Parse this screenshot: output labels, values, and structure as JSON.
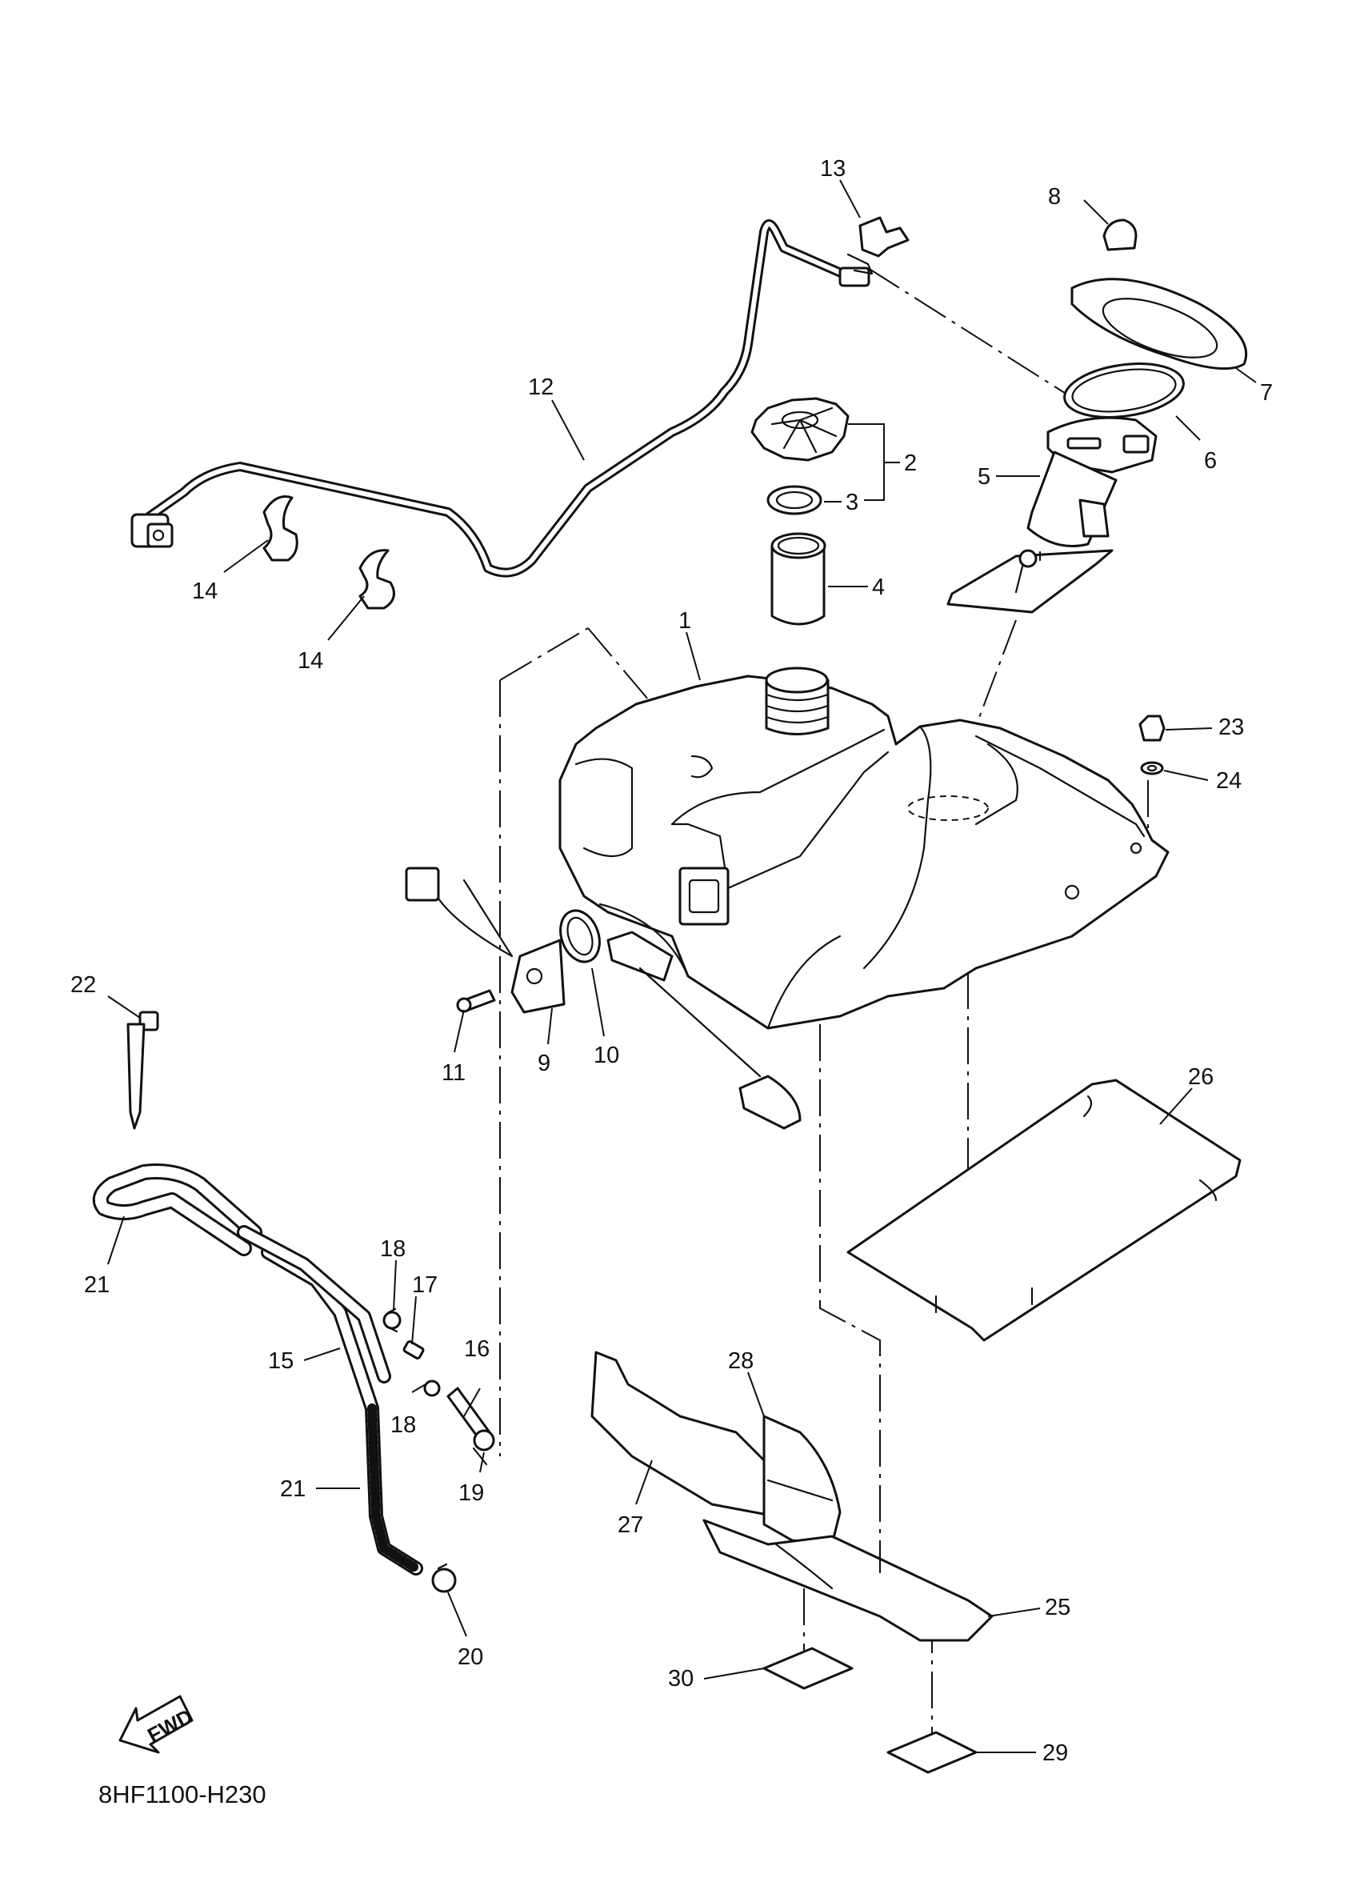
{
  "diagram_code": "8HF1100-H230",
  "direction_badge": "FWD",
  "callouts": [
    {
      "id": "p1",
      "text": "1"
    },
    {
      "id": "p2",
      "text": "2"
    },
    {
      "id": "p3",
      "text": "3"
    },
    {
      "id": "p4",
      "text": "4"
    },
    {
      "id": "p5",
      "text": "5"
    },
    {
      "id": "p6",
      "text": "6"
    },
    {
      "id": "p7",
      "text": "7"
    },
    {
      "id": "p8",
      "text": "8"
    },
    {
      "id": "p9",
      "text": "9"
    },
    {
      "id": "p10",
      "text": "10"
    },
    {
      "id": "p11",
      "text": "11"
    },
    {
      "id": "p12",
      "text": "12"
    },
    {
      "id": "p13",
      "text": "13"
    },
    {
      "id": "p14a",
      "text": "14"
    },
    {
      "id": "p14b",
      "text": "14"
    },
    {
      "id": "p15",
      "text": "15"
    },
    {
      "id": "p16",
      "text": "16"
    },
    {
      "id": "p17",
      "text": "17"
    },
    {
      "id": "p18a",
      "text": "18"
    },
    {
      "id": "p18b",
      "text": "18"
    },
    {
      "id": "p19",
      "text": "19"
    },
    {
      "id": "p20",
      "text": "20"
    },
    {
      "id": "p21a",
      "text": "21"
    },
    {
      "id": "p21b",
      "text": "21"
    },
    {
      "id": "p22",
      "text": "22"
    },
    {
      "id": "p23",
      "text": "23"
    },
    {
      "id": "p24",
      "text": "24"
    },
    {
      "id": "p25",
      "text": "25"
    },
    {
      "id": "p26",
      "text": "26"
    },
    {
      "id": "p27",
      "text": "27"
    },
    {
      "id": "p28",
      "text": "28"
    },
    {
      "id": "p29",
      "text": "29"
    },
    {
      "id": "p30",
      "text": "30"
    }
  ]
}
